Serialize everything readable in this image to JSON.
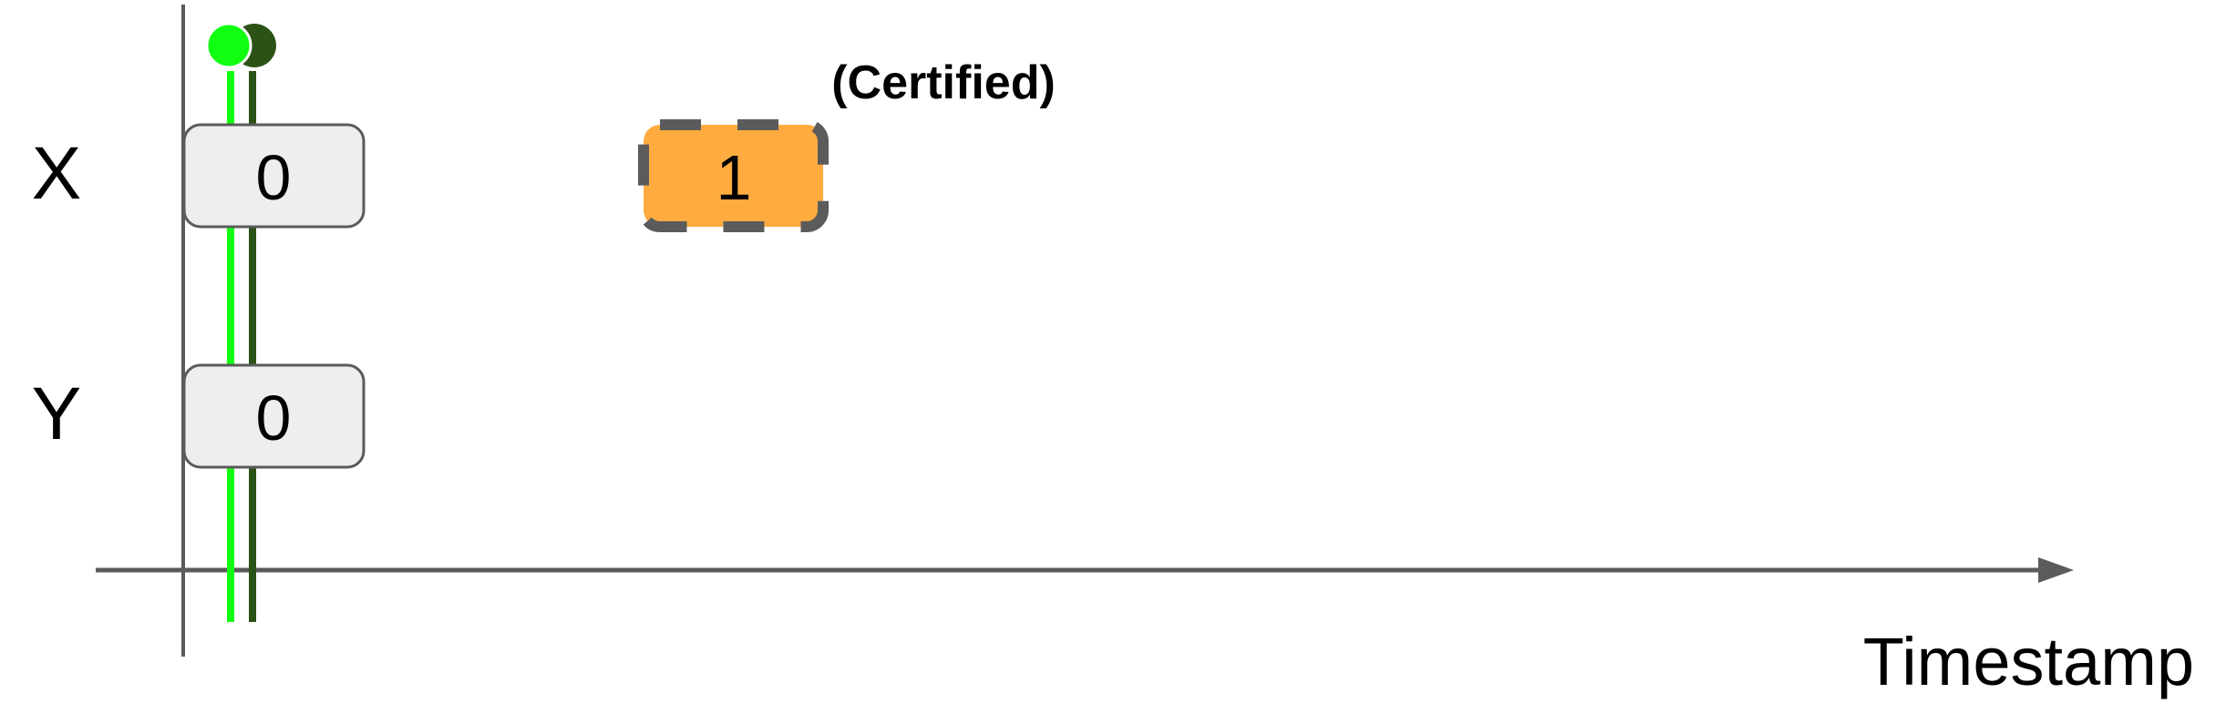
{
  "diagram": {
    "rows": [
      {
        "label": "X",
        "initial_value": "0"
      },
      {
        "label": "Y",
        "initial_value": "0"
      }
    ],
    "pending_write": {
      "value": "1",
      "annotation": "(Certified)"
    },
    "x_axis_label": "Timestamp",
    "colors": {
      "axis": "#5b5b5b",
      "line_light_green": "#11ff11",
      "line_dark_green": "#2b5315",
      "value_box": "#eeeeee",
      "pending_box": "#ffab40"
    }
  }
}
